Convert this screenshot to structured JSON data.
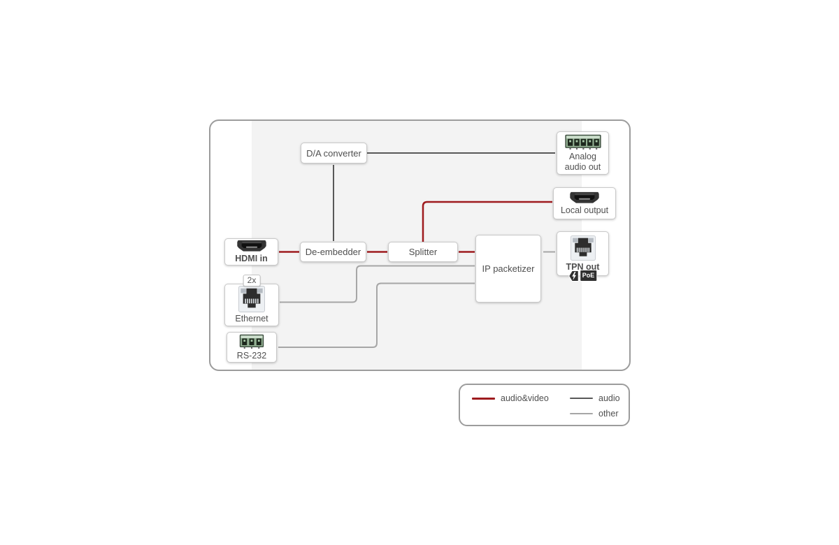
{
  "diagram": {
    "nodes": {
      "da_converter": {
        "label": "D/A converter"
      },
      "de_embedder": {
        "label": "De-embedder"
      },
      "splitter": {
        "label": "Splitter"
      },
      "ip_packetizer": {
        "label": "IP packetizer"
      }
    },
    "connectors": {
      "hdmi_in": {
        "label": "HDMI in",
        "icon": "hdmi-connector"
      },
      "ethernet": {
        "label": "Ethernet",
        "count_badge": "2x",
        "icon": "rj45-connector"
      },
      "rs232": {
        "label": "RS-232",
        "icon": "terminal-block-3pin"
      },
      "analog_audio_out": {
        "label": "Analog audio out",
        "icon": "terminal-block-5pin"
      },
      "local_output": {
        "label": "Local output",
        "icon": "hdmi-connector"
      },
      "tpn_out": {
        "label": "TPN out",
        "icon": "rj45-connector",
        "badge": "PoE"
      }
    },
    "legend": {
      "items": [
        {
          "label": "audio&video",
          "color": "#9e1b1e",
          "thickness": "3px"
        },
        {
          "label": "audio",
          "color": "#585858",
          "thickness": "2px"
        },
        {
          "label": "other",
          "color": "#a6a6a6",
          "thickness": "2px"
        }
      ]
    },
    "colors": {
      "audio_video_line": "#9e1b1e",
      "audio_line": "#585858",
      "other_line": "#a6a6a6",
      "connector_green": "#94b294",
      "frame_border": "#9c9c9c",
      "interior_band": "#f3f3f3"
    }
  }
}
